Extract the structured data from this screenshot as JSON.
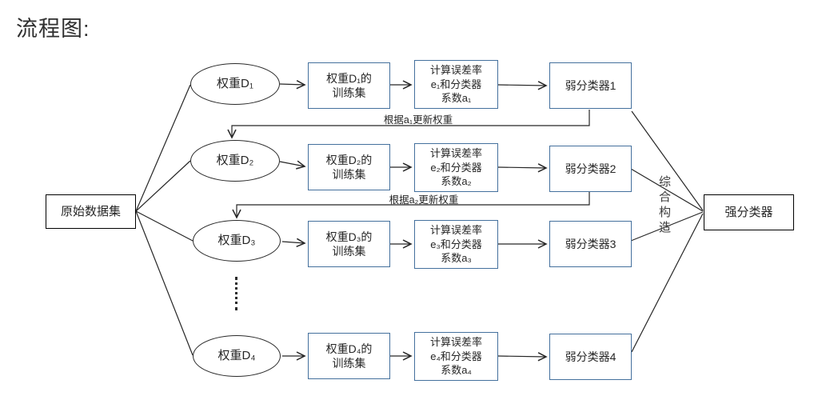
{
  "title": "流程图:",
  "source_box": {
    "label": "原始数据集"
  },
  "strong_box": {
    "label": "强分类器"
  },
  "combine_label": "综合构造",
  "rows": [
    {
      "weight_label": "权重D₁",
      "train_line1": "权重D₁的",
      "train_line2": "训练集",
      "error_line1": "计算误差率",
      "error_line2": "e₁和分类器",
      "error_line3": "系数a₁",
      "weak_label": "弱分类器1"
    },
    {
      "weight_label": "权重D₂",
      "train_line1": "权重D₂的",
      "train_line2": "训练集",
      "error_line1": "计算误差率",
      "error_line2": "e₂和分类器",
      "error_line3": "系数a₂",
      "weak_label": "弱分类器2"
    },
    {
      "weight_label": "权重D₃",
      "train_line1": "权重D₃的",
      "train_line2": "训练集",
      "error_line1": "计算误差率",
      "error_line2": "e₃和分类器",
      "error_line3": "系数a₃",
      "weak_label": "弱分类器3"
    },
    {
      "weight_label": "权重D₄",
      "train_line1": "权重D₄的",
      "train_line2": "训练集",
      "error_line1": "计算误差率",
      "error_line2": "e₄和分类器",
      "error_line3": "系数a₄",
      "weak_label": "弱分类器4"
    }
  ],
  "feedback_labels": [
    "根据a₁更新权重",
    "根据a₂更新权重"
  ],
  "icons": {
    "ellipsis": "vertical-dots"
  },
  "colors": {
    "line": "#262626",
    "blue_border": "#44709d",
    "black_border": "#000000",
    "text": "#262626",
    "background": "#ffffff"
  }
}
